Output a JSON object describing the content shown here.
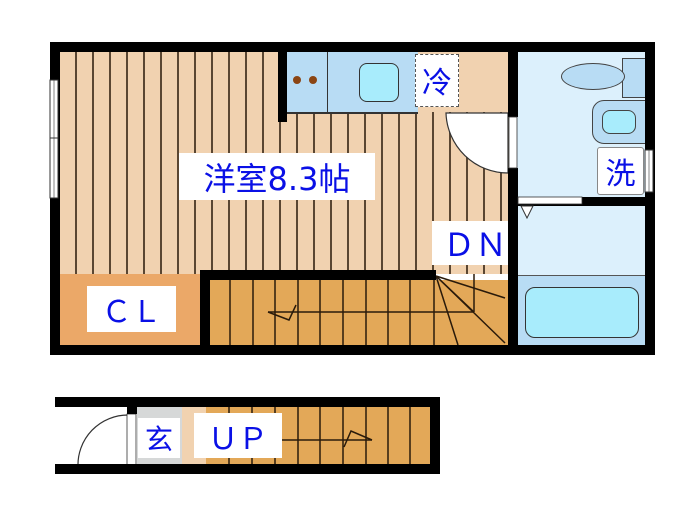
{
  "floor_plan": {
    "upper_floor": {
      "rooms": {
        "western_room": {
          "label": "洋室8.3帖",
          "type": "Western-style room",
          "size_jo": 8.3
        },
        "closet": {
          "label": "ＣＬ"
        },
        "refrigerator": {
          "label": "冷"
        },
        "washer": {
          "label": "洗"
        },
        "stairs_down": {
          "label": "ＤＮ"
        }
      },
      "fixtures": [
        "kitchen-stove",
        "kitchen-sink",
        "refrigerator-space",
        "toilet",
        "wash-basin",
        "bathtub",
        "washing-machine-space",
        "window",
        "door"
      ]
    },
    "lower_floor": {
      "rooms": {
        "entrance": {
          "label": "玄"
        },
        "stairs_up": {
          "label": "ＵＰ"
        }
      }
    },
    "colors": {
      "wall": "#000000",
      "wood_floor": "#f1d2b0",
      "wood_stripe": "#5a4632",
      "closet_floor": "#eba868",
      "stairs": "#e3a858",
      "wet_area": "#dcf0fc",
      "fixture_blue": "#b8dcf4",
      "fixture_cyan": "#a8ecfc",
      "label_text": "#0a10e6",
      "entrance_tile": "#d6d8d8"
    }
  }
}
